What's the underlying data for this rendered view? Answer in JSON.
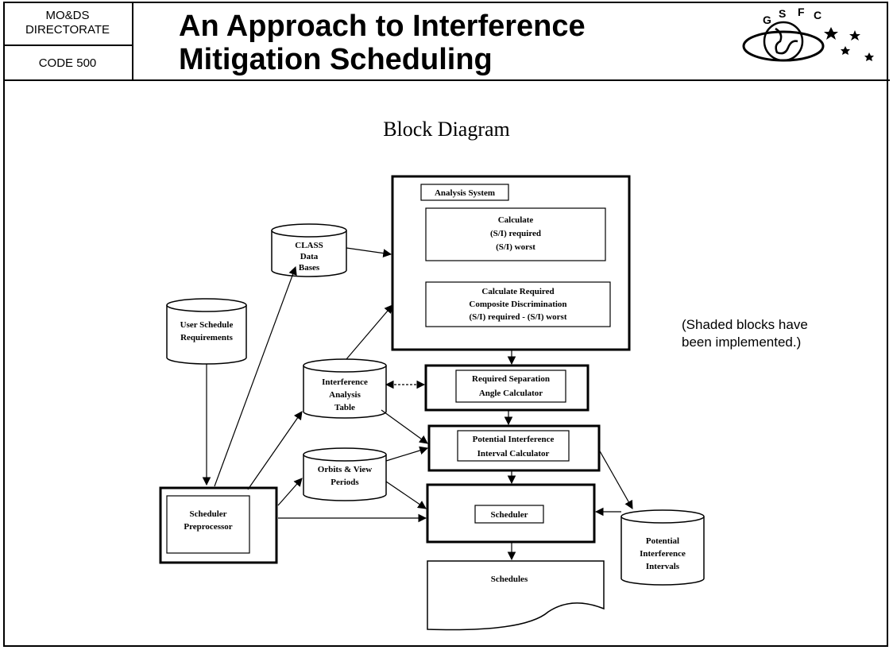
{
  "header": {
    "directorate_line1": "MO&DS",
    "directorate_line2": "DIRECTORATE",
    "code": "CODE 500",
    "title_line1": "An Approach to Interference",
    "title_line2": "Mitigation Scheduling",
    "logo_letters": [
      "G",
      "S",
      "F",
      "C"
    ]
  },
  "diagram": {
    "title": "Block Diagram",
    "note_line1": "(Shaded blocks have",
    "note_line2": "been implemented.)",
    "nodes": {
      "class_db": [
        "CLASS",
        "Data",
        "Bases"
      ],
      "user_req": [
        "User Schedule",
        "Requirements"
      ],
      "interf_table": [
        "Interference",
        "Analysis",
        "Table"
      ],
      "orbits": [
        "Orbits & View",
        "Periods"
      ],
      "preproc": [
        "Scheduler",
        "Preprocessor"
      ],
      "analysis_label": "Analysis System",
      "calc1": [
        "Calculate",
        "(S/I) required",
        "(S/I) worst"
      ],
      "calc2": [
        "Calculate Required",
        "Composite Discrimination",
        "(S/I) required  -  (S/I) worst"
      ],
      "sep_angle": [
        "Required Separation",
        "Angle Calculator"
      ],
      "pot_calc": [
        "Potential Interference",
        "Interval Calculator"
      ],
      "scheduler": "Scheduler",
      "pot_intervals": [
        "Potential",
        "Interference",
        "Intervals"
      ],
      "schedules": "Schedules"
    }
  }
}
